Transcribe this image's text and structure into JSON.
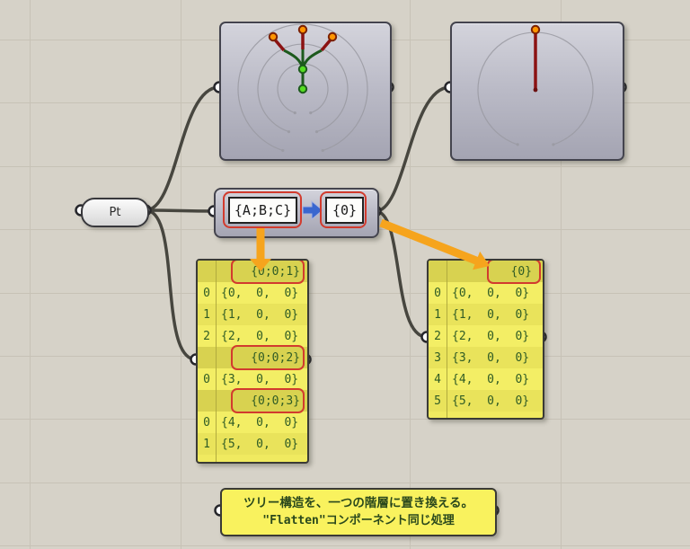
{
  "colors": {
    "canvas_bg": "#d6d2c8",
    "grid_line": "#c7c2b6",
    "highlight_red": "#d23b2e",
    "annotation_orange": "#f6a41d",
    "panel_yellow": "#f3ee65",
    "panel_yellow_alt": "#e9e35b",
    "panel_header_olive": "#d8d250",
    "panel_text_green": "#2f5b25",
    "wire_gray": "#47463f",
    "branch_red": "#8b1212",
    "branch_green": "#1d5a1d",
    "node_orange": "#ff9500",
    "node_green": "#55dd22",
    "flatten_arrow_blue": "#3a67cf"
  },
  "pt_param": {
    "label": "Pt"
  },
  "flatten": {
    "from_path": "{A;B;C}",
    "to_path": "{0}",
    "arrow_icon": "blue-right-arrow"
  },
  "viewer_left": {
    "icon": "param-viewer-tree-three-branches"
  },
  "viewer_right": {
    "icon": "param-viewer-tree-single-branch"
  },
  "left_panel": {
    "rows": [
      {
        "kind": "header",
        "text": "{0;0;1}",
        "highlighted": true
      },
      {
        "kind": "data",
        "index": "0",
        "text": "{0,  0,  0}",
        "alt": false
      },
      {
        "kind": "data",
        "index": "1",
        "text": "{1,  0,  0}",
        "alt": true
      },
      {
        "kind": "data",
        "index": "2",
        "text": "{2,  0,  0}",
        "alt": false
      },
      {
        "kind": "header",
        "text": "{0;0;2}",
        "highlighted": true
      },
      {
        "kind": "data",
        "index": "0",
        "text": "{3,  0,  0}",
        "alt": false
      },
      {
        "kind": "header",
        "text": "{0;0;3}",
        "highlighted": true
      },
      {
        "kind": "data",
        "index": "0",
        "text": "{4,  0,  0}",
        "alt": false
      },
      {
        "kind": "data",
        "index": "1",
        "text": "{5,  0,  0}",
        "alt": true
      }
    ]
  },
  "right_panel": {
    "rows": [
      {
        "kind": "header",
        "text": "{0}",
        "highlighted": true
      },
      {
        "kind": "data",
        "index": "0",
        "text": "{0,  0,  0}",
        "alt": false
      },
      {
        "kind": "data",
        "index": "1",
        "text": "{1,  0,  0}",
        "alt": true
      },
      {
        "kind": "data",
        "index": "2",
        "text": "{2,  0,  0}",
        "alt": false
      },
      {
        "kind": "data",
        "index": "3",
        "text": "{3,  0,  0}",
        "alt": true
      },
      {
        "kind": "data",
        "index": "4",
        "text": "{4,  0,  0}",
        "alt": false
      },
      {
        "kind": "data",
        "index": "5",
        "text": "{5,  0,  0}",
        "alt": true
      }
    ]
  },
  "note": {
    "line1": "ツリー構造を、一つの階層に置き換える。",
    "line2": "\"Flatten\"コンポーネント同じ処理"
  }
}
